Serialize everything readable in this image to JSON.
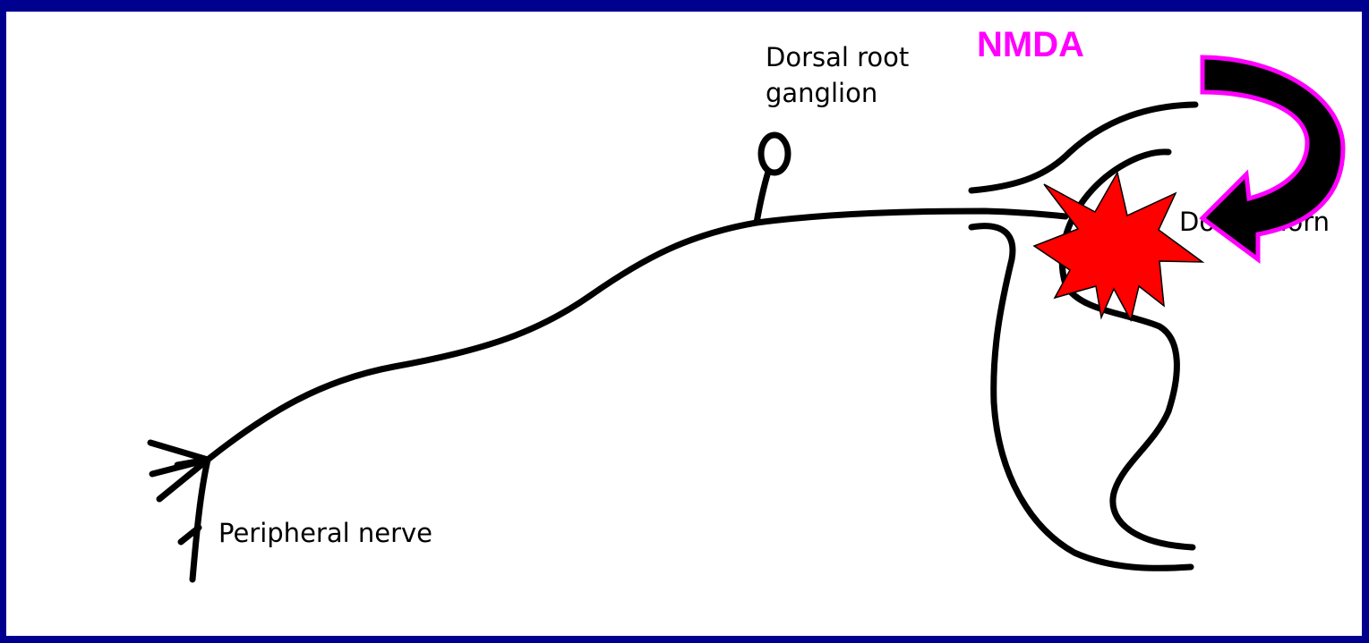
{
  "labels": {
    "dorsal_root_ganglion_line1": "Dorsal root",
    "dorsal_root_ganglion_line2": "ganglion",
    "peripheral_nerve": "Peripheral nerve",
    "dorsal_horn": "Dorsal horn",
    "nmda": "NMDA"
  },
  "colors": {
    "background": "#00008f",
    "panel": "#ffffff",
    "nerve": "#000000",
    "nmda_text": "#ff00ff",
    "arrow_fill": "#000000",
    "arrow_outline": "#ff00ff",
    "burst_fill": "#ff0000",
    "burst_outline": "#000000"
  }
}
